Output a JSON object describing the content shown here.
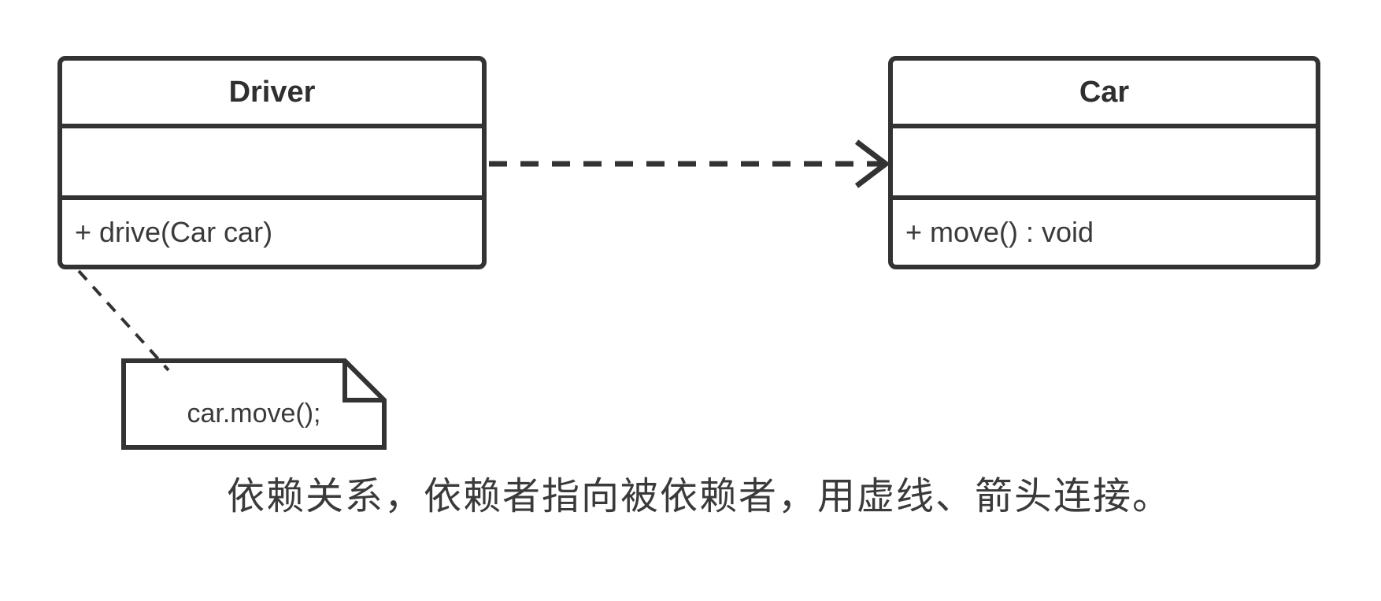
{
  "diagram": {
    "caption": "依赖关系，依赖者指向被依赖者，用虚线、箭头连接。",
    "classes": [
      {
        "name": "Driver",
        "attributes": [],
        "methods": [
          "+ drive(Car car)"
        ]
      },
      {
        "name": "Car",
        "attributes": [],
        "methods": [
          "+ move() : void"
        ]
      }
    ],
    "note": {
      "text": "car.move();"
    },
    "connector": {
      "from": "Driver",
      "to": "Car",
      "kind": "dependency",
      "line_style": "dashed",
      "arrowhead": "open"
    },
    "colors": {
      "line": "#333333",
      "background": "#ffffff",
      "text": "#3a3a3a"
    }
  }
}
